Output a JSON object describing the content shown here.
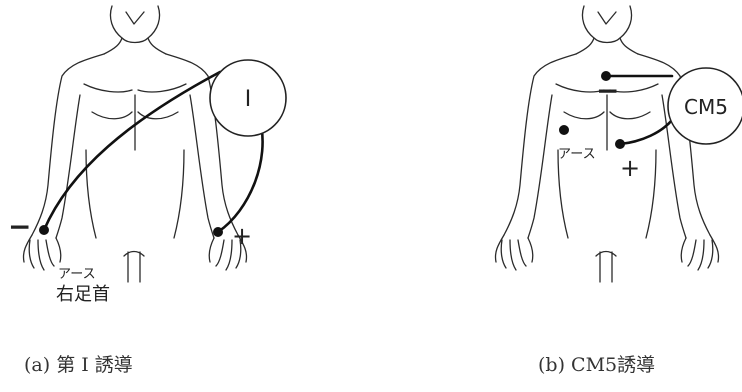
{
  "panel_a": {
    "lead_symbol": "I",
    "minus_sign": "−",
    "plus_sign": "+",
    "ground_label": "アース",
    "ground_location": "右足首",
    "caption": "(a) 第 I 誘導"
  },
  "panel_b": {
    "lead_symbol": "CM5",
    "minus_sign": "−",
    "plus_sign": "+",
    "ground_label": "アース",
    "caption": "(b) CM5誘導"
  }
}
